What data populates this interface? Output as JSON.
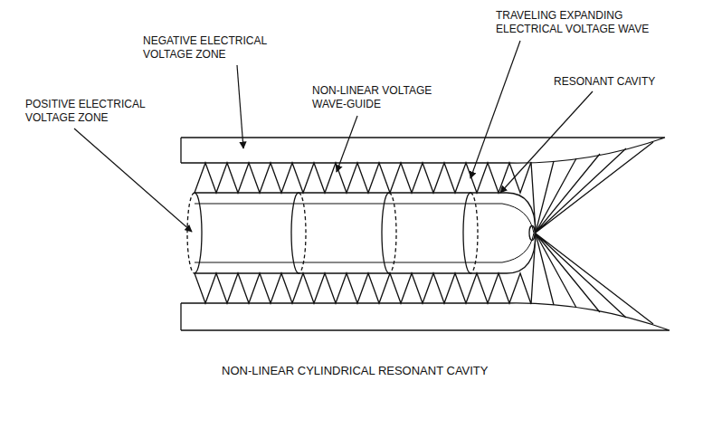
{
  "diagram": {
    "caption": "NON-LINEAR CYLINDRICAL RESONANT CAVITY",
    "labels": [
      "NEGATIVE ELECTRICAL VOLTAGE ZONE",
      "TRAVELING EXPANDING ELECTRICAL VOLTAGE WAVE",
      "RESONANT CAVITY",
      "POSITIVE ELECTRICAL VOLTAGE ZONE",
      "NON-LINEAR VOLTAGE WAVE-GUIDE"
    ]
  }
}
